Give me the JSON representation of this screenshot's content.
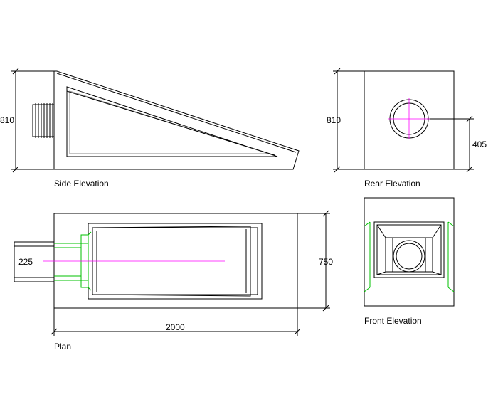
{
  "views": {
    "side": {
      "title": "Side Elevation"
    },
    "rear": {
      "title": "Rear Elevation"
    },
    "plan": {
      "title": "Plan"
    },
    "front": {
      "title": "Front Elevation"
    }
  },
  "dimensions": {
    "side_height": "810",
    "rear_height": "810",
    "rear_centre": "405",
    "plan_outlet": "225",
    "plan_width": "750",
    "plan_length": "2000"
  },
  "colors": {
    "line": "#000000",
    "centreline": "#ff00ff",
    "green": "#00c000"
  }
}
